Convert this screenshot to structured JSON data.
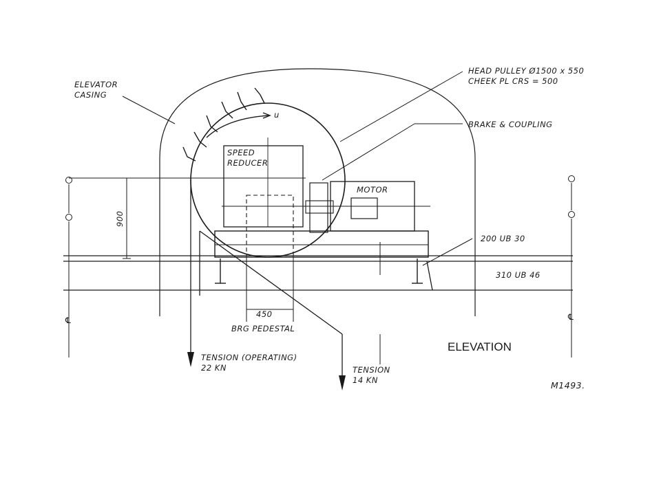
{
  "labels": {
    "elevator_casing_1": "ELEVATOR",
    "elevator_casing_2": "CASING",
    "head_pulley_1": "HEAD PULLEY Ø1500 x 550",
    "head_pulley_2": "CHEEK PL CRS = 500",
    "brake_coupling": "BRAKE & COUPLING",
    "speed_reducer_1": "SPEED",
    "speed_reducer_2": "REDUCER",
    "motor": "MOTOR",
    "beam_top": "200 UB 30",
    "beam_main": "310 UB 46",
    "dim_900": "900",
    "dim_450": "450",
    "brg_pedestal": "BRG PEDESTAL",
    "tension_operating_1": "TENSION (OPERATING)",
    "tension_operating_2": "22 KN",
    "tension_2_1": "TENSION",
    "tension_2_2": "14 KN",
    "view_title": "ELEVATION",
    "drawing_ref": "M1493.",
    "rotation_mark": "u",
    "centerline_left": "℄",
    "centerline_right": "℄"
  },
  "colors": {
    "ink": "#1a1a1a",
    "paper": "#ffffff"
  }
}
